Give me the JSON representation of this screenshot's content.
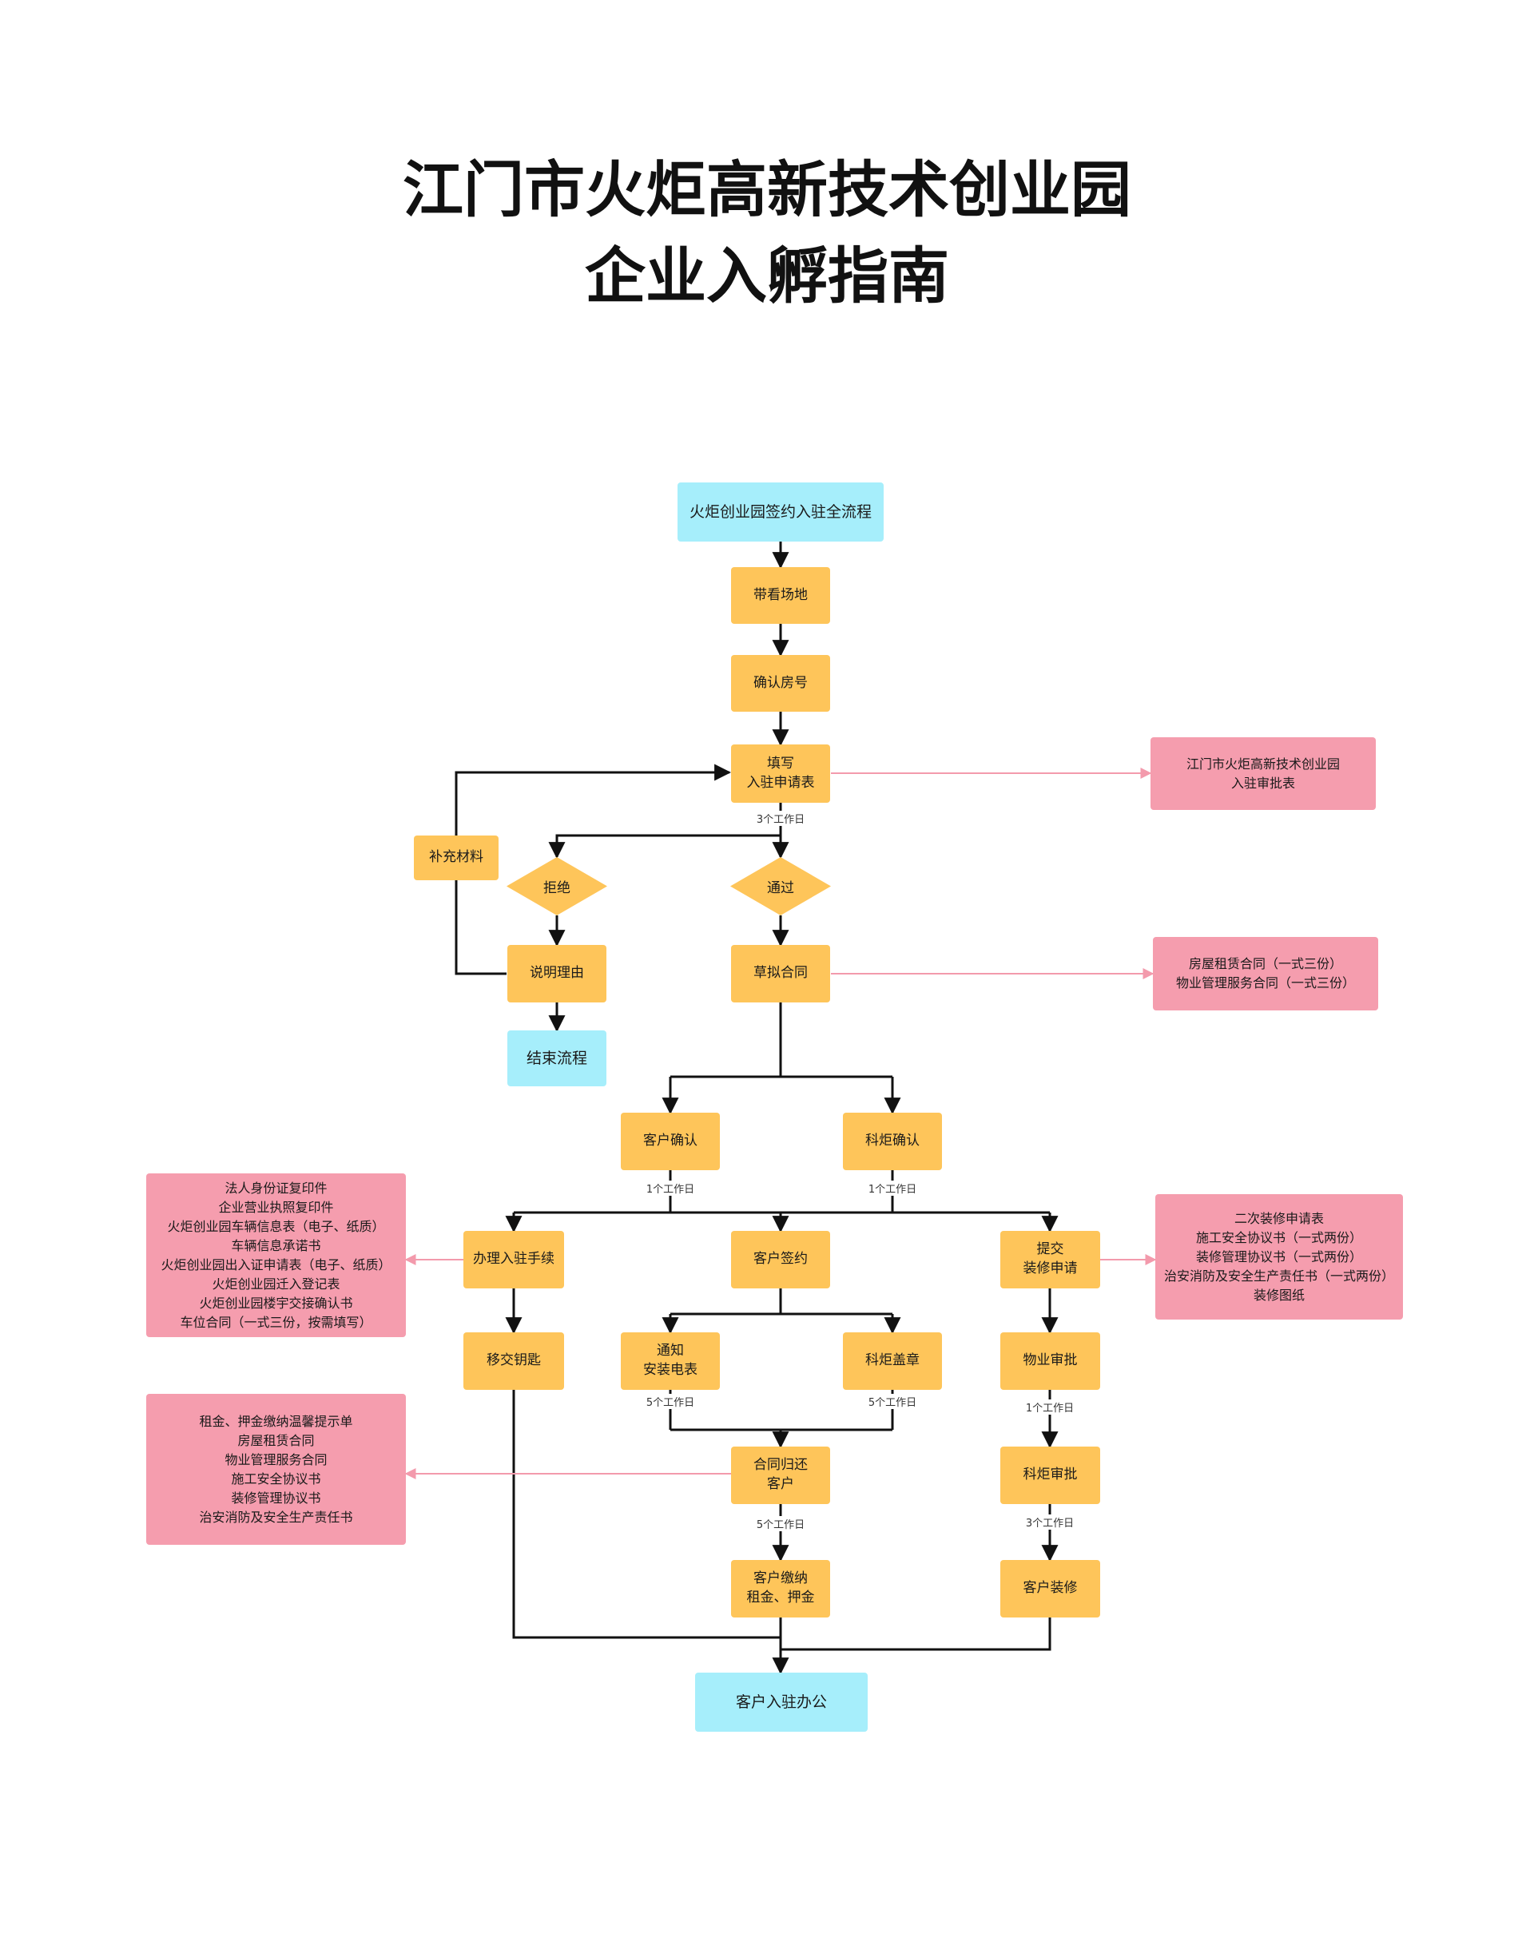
{
  "title": {
    "line1": "江门市火炬高新技术创业园",
    "line2": "企业入孵指南"
  },
  "nodes": {
    "start": "火炬创业园签约入驻全流程",
    "visit": "带看场地",
    "confirm_room": "确认房号",
    "fill_form": "填写\n入驻申请表",
    "supplement": "补充材料",
    "reject": "拒绝",
    "pass": "通过",
    "explain": "说明理由",
    "end_flow": "结束流程",
    "draft": "草拟合同",
    "client_confirm": "客户确认",
    "torch_confirm": "科炬确认",
    "procedures": "办理入驻手续",
    "client_sign": "客户签约",
    "submit_deco": "提交\n装修申请",
    "hand_keys": "移交钥匙",
    "notify_meter": "通知\n安装电表",
    "torch_seal": "科炬盖章",
    "property_review": "物业审批",
    "return_contract": "合同归还\n客户",
    "torch_review": "科炬审批",
    "pay_rent": "客户缴纳\n租金、押金",
    "client_deco": "客户装修",
    "move_in": "客户入驻办公"
  },
  "notes": {
    "approval_form": "江门市火炬高新技术创业园\n入驻审批表",
    "contracts": "房屋租赁合同（一式三份）\n物业管理服务合同（一式三份）",
    "procedure_docs": "法人身份证复印件\n企业营业执照复印件\n火炬创业园车辆信息表（电子、纸质）\n车辆信息承诺书\n火炬创业园出入证申请表（电子、纸质）\n火炬创业园迁入登记表\n火炬创业园楼宇交接确认书\n车位合同（一式三份，按需填写）",
    "deco_docs": "二次装修申请表\n施工安全协议书（一式两份）\n装修管理协议书（一式两份）\n治安消防及安全生产责任书（一式两份）\n装修图纸",
    "return_docs": "租金、押金缴纳温馨提示单\n房屋租赁合同\n物业管理服务合同\n施工安全协议书\n装修管理协议书\n治安消防及安全生产责任书"
  },
  "labels": {
    "fill_days": "3个工作日",
    "client_confirm_days": "1个工作日",
    "torch_confirm_days": "1个工作日",
    "meter_days": "5个工作日",
    "seal_days": "5个工作日",
    "return_days": "5个工作日",
    "property_days": "1个工作日",
    "torch_review_days": "3个工作日"
  },
  "colors": {
    "process": "#FEC55A",
    "terminal": "#A6EEFB",
    "document": "#F59DAE",
    "line": "#111111",
    "doc_line": "#F39AAC"
  }
}
